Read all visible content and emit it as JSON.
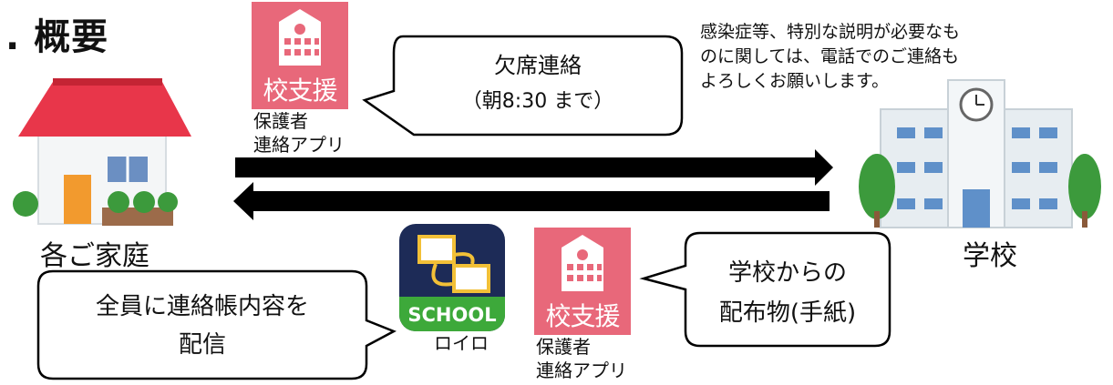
{
  "heading": ". 概要",
  "home": {
    "label": "各ご家庭"
  },
  "school": {
    "label": "学校"
  },
  "top_app": {
    "tile_text": "校支援",
    "caption_line1": "保護者",
    "caption_line2": "連絡アプリ"
  },
  "bottom_app": {
    "tile_text": "校支援",
    "caption_line1": "保護者",
    "caption_line2": "連絡アプリ"
  },
  "roilo": {
    "badge_text": "SCHOOL",
    "caption": "ロイロ"
  },
  "bubble_absence": {
    "line1": "欠席連絡",
    "line2": "（朝8:30 まで）"
  },
  "bubble_school_docs": {
    "line1": "学校からの",
    "line2": "配布物(手紙)"
  },
  "bubble_notebook": {
    "line1": "全員に連絡帳内容を",
    "line2": "配信"
  },
  "note": {
    "text": "感染症等、特別な説明が必要なものに関しては、電話でのご連絡もよろしくお願いします。"
  },
  "colors": {
    "app_pink": "#e8687a",
    "roilo_navy": "#1d2b57",
    "roilo_green": "#3da93a",
    "arrow": "#000000",
    "roof_red": "#e8364a",
    "school_wall": "#e7edf1"
  }
}
